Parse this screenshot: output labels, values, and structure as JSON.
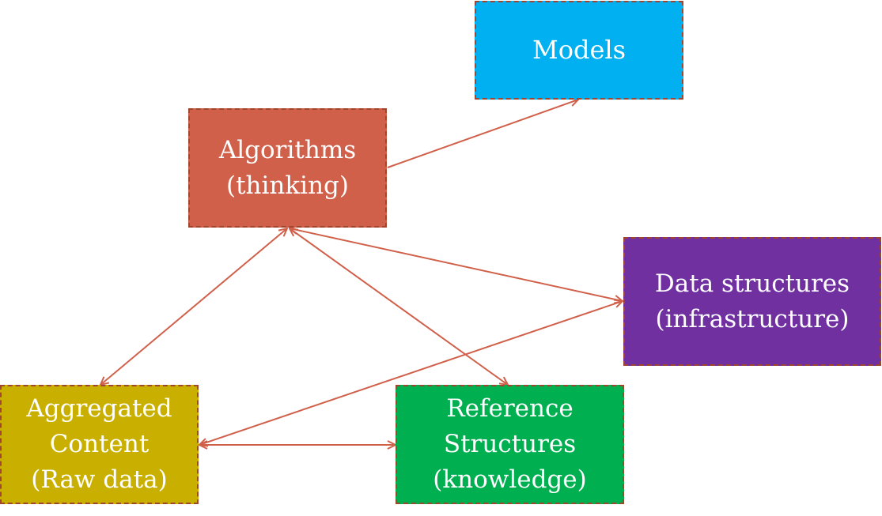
{
  "diagram": {
    "colors": {
      "models": "#00b0f0",
      "algorithms": "#d0604a",
      "data_structures": "#7030a0",
      "aggregated_content": "#c9b000",
      "reference_structures": "#00b050",
      "border": "#a0462e",
      "arrow": "#d0604a",
      "text": "#ffffff"
    },
    "nodes": {
      "models": {
        "lines": [
          "Models"
        ]
      },
      "algorithms": {
        "lines": [
          "Algorithms",
          "(thinking)"
        ]
      },
      "data_structures": {
        "lines": [
          "Data structures",
          "(infrastructure)"
        ]
      },
      "aggregated_content": {
        "lines": [
          "Aggregated",
          "Content",
          "(Raw data)"
        ]
      },
      "reference_structures": {
        "lines": [
          "Reference",
          "Structures",
          "(knowledge)"
        ]
      }
    },
    "edges": [
      {
        "from": "algorithms",
        "to": "models",
        "direction": "forward"
      },
      {
        "from": "algorithms",
        "to": "data_structures",
        "direction": "both"
      },
      {
        "from": "algorithms",
        "to": "aggregated_content",
        "direction": "both"
      },
      {
        "from": "algorithms",
        "to": "reference_structures",
        "direction": "both"
      },
      {
        "from": "aggregated_content",
        "to": "data_structures",
        "direction": "both"
      },
      {
        "from": "aggregated_content",
        "to": "reference_structures",
        "direction": "both"
      }
    ]
  }
}
